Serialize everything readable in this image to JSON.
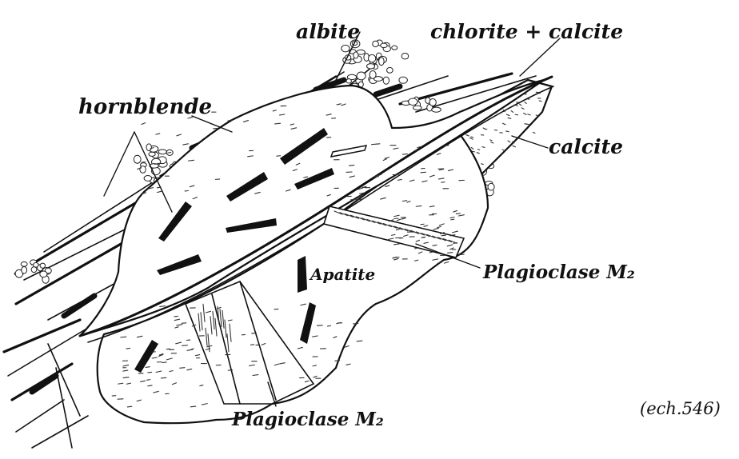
{
  "labels": {
    "albite": "albite",
    "chlorite_calcite": "chlorite + calcite",
    "hornblende": "hornblende",
    "calcite": "calcite",
    "apatite": "Apatite",
    "plagioclase_right": "Plagioclase M₂",
    "plagioclase_bottom": "Plagioclase M₂",
    "scale": "(ech.546)"
  }
}
